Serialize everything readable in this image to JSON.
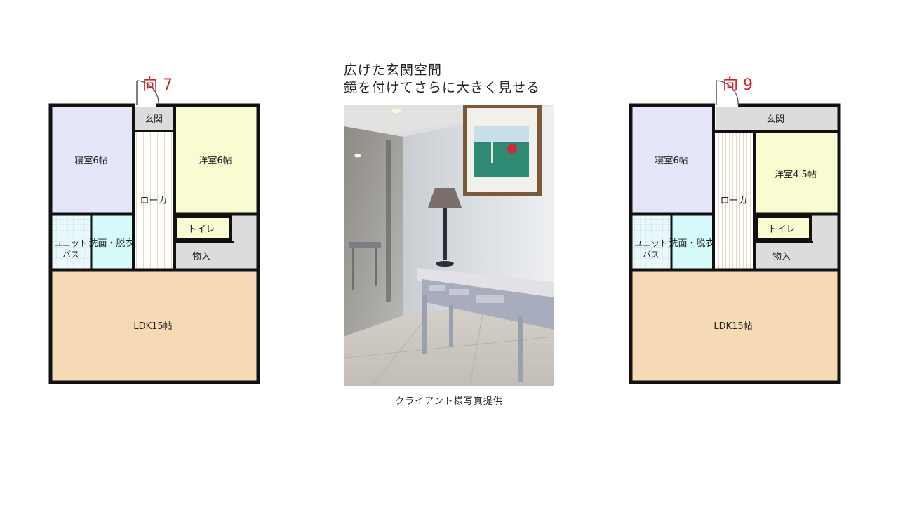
{
  "plans": [
    {
      "orientation_label": "向 7",
      "rooms": {
        "genkan": "玄関",
        "bedroom": "寝室6帖",
        "western": "洋室6帖",
        "corridor": "ローカ",
        "toilet": "トイレ",
        "storage": "物入",
        "bath_line1": "ユニット",
        "bath_line2": "バス",
        "washroom": "洗面・脱衣",
        "ldk": "LDK15帖"
      }
    },
    {
      "orientation_label": "向 9",
      "rooms": {
        "genkan": "玄関",
        "bedroom": "寝室6帖",
        "western": "洋室4.5帖",
        "corridor": "ローカ",
        "toilet": "トイレ",
        "storage": "物入",
        "bath_line1": "ユニット",
        "bath_line2": "バス",
        "washroom": "洗面・脱衣",
        "ldk": "LDK15帖"
      }
    }
  ],
  "caption": {
    "line1": "広げた玄関空間",
    "line2": "鏡を付けてさらに大きく見せる"
  },
  "photo_credit": "クライアント様写真提供",
  "colors": {
    "bedroom": "#e6e6fa",
    "western": "#fbfbd2",
    "ldk": "#f5dab5",
    "washroom": "#d4fafa",
    "bath": "#eaf8fa",
    "grey": "#dcdcdc",
    "wall": "#111111",
    "orientation": "#d42020"
  }
}
